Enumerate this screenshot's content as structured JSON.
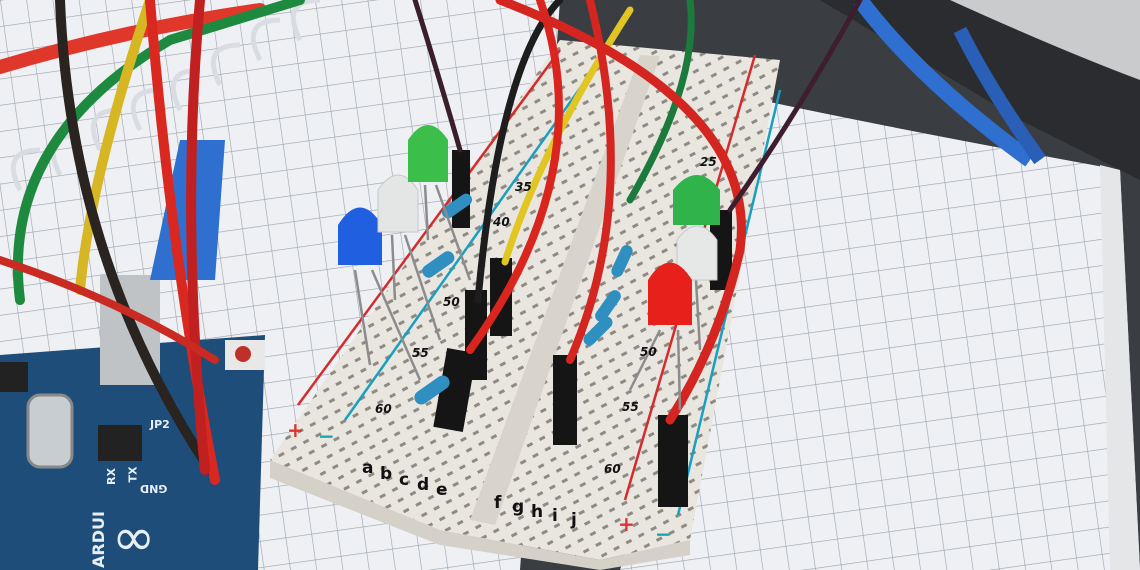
{
  "scene": {
    "description": "Arduino breadboard circuit with LEDs, resistors and jumper wires on graph paper notebook",
    "colors": {
      "paper": "#eef0f3",
      "grid": "#9aa3ad",
      "breadboard": "#e9e6df",
      "rail_red": "#d62b2b",
      "rail_blue": "#1a9fc0",
      "arduino_pcb": "#1f4d7a",
      "background": "#3a3d42",
      "usb_cable": "#2f6fd0"
    }
  },
  "breadboard_left": {
    "row_numbers": [
      "35",
      "40",
      "50",
      "55",
      "60"
    ],
    "column_letters": [
      "a",
      "b",
      "c",
      "d",
      "e"
    ],
    "rail_plus": "+",
    "rail_minus": "−"
  },
  "breadboard_right": {
    "row_numbers": [
      "25",
      "50",
      "55",
      "60"
    ],
    "column_letters": [
      "f",
      "g",
      "h",
      "i",
      "j"
    ],
    "rail_plus": "+",
    "rail_minus": "−"
  },
  "leds": [
    {
      "color": "blue",
      "hex": "#1f5fe0"
    },
    {
      "color": "clear",
      "hex": "#e4e6e6"
    },
    {
      "color": "green",
      "hex": "#3cbf4a"
    },
    {
      "color": "green",
      "hex": "#2fb34a"
    },
    {
      "color": "clear",
      "hex": "#e6e8e8"
    },
    {
      "color": "red",
      "hex": "#e8201c"
    }
  ],
  "wires": [
    "red",
    "yellow",
    "green",
    "black",
    "brown",
    "red",
    "red",
    "dark-purple"
  ],
  "arduino": {
    "labels": {
      "rx": "RX",
      "tx": "TX",
      "jp2": "JP2",
      "gnd": "GND",
      "brand": "ARDUI"
    },
    "logo": "∞"
  }
}
